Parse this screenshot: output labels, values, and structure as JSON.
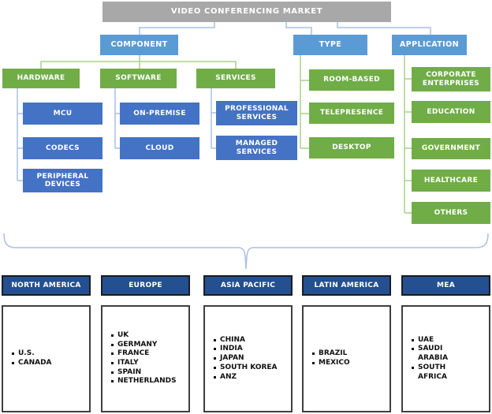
{
  "palette": {
    "root_bg": "#A8A8A8",
    "branch_bg": "#5B9BD5",
    "green_bg": "#70AD47",
    "blue_bg": "#4472C4",
    "region_bg": "#24508F",
    "region_border": "#1B1B24",
    "connector_blue": "#A9C0E4",
    "connector_green": "#A9D18E",
    "list_border": "#3F3F3F",
    "text_light": "#FFFFFF",
    "text_dark": "#111111"
  },
  "tree": {
    "root": "VIDEO CONFERENCING MARKET",
    "branches": [
      {
        "label": "COMPONENT",
        "children": [
          {
            "label": "HARDWARE",
            "children": [
              "MCU",
              "CODECS",
              "PERIPHERAL DEVICES"
            ]
          },
          {
            "label": "SOFTWARE",
            "children": [
              "ON-PREMISE",
              "CLOUD"
            ]
          },
          {
            "label": "SERVICES",
            "children": [
              "PROFESSIONAL SERVICES",
              "MANAGED SERVICES"
            ]
          }
        ]
      },
      {
        "label": "TYPE",
        "children": [
          "ROOM-BASED",
          "TELEPRESENCE",
          "DESKTOP"
        ]
      },
      {
        "label": "APPLICATION",
        "children": [
          "CORPORATE ENTERPRISES",
          "EDUCATION",
          "GOVERNMENT",
          "HEALTHCARE",
          "OTHERS"
        ]
      }
    ]
  },
  "regions": [
    {
      "name": "NORTH AMERICA",
      "countries": [
        "U.S.",
        "CANADA"
      ]
    },
    {
      "name": "EUROPE",
      "countries": [
        "UK",
        "GERMANY",
        "FRANCE",
        "ITALY",
        "SPAIN",
        "NETHERLANDS"
      ]
    },
    {
      "name": "ASIA PACIFIC",
      "countries": [
        "CHINA",
        "INDIA",
        "JAPAN",
        "SOUTH KOREA",
        "ANZ"
      ]
    },
    {
      "name": "LATIN AMERICA",
      "countries": [
        "BRAZIL",
        "MEXICO"
      ]
    },
    {
      "name": "MEA",
      "countries": [
        "UAE",
        "SAUDI ARABIA",
        "SOUTH AFRICA"
      ]
    }
  ]
}
